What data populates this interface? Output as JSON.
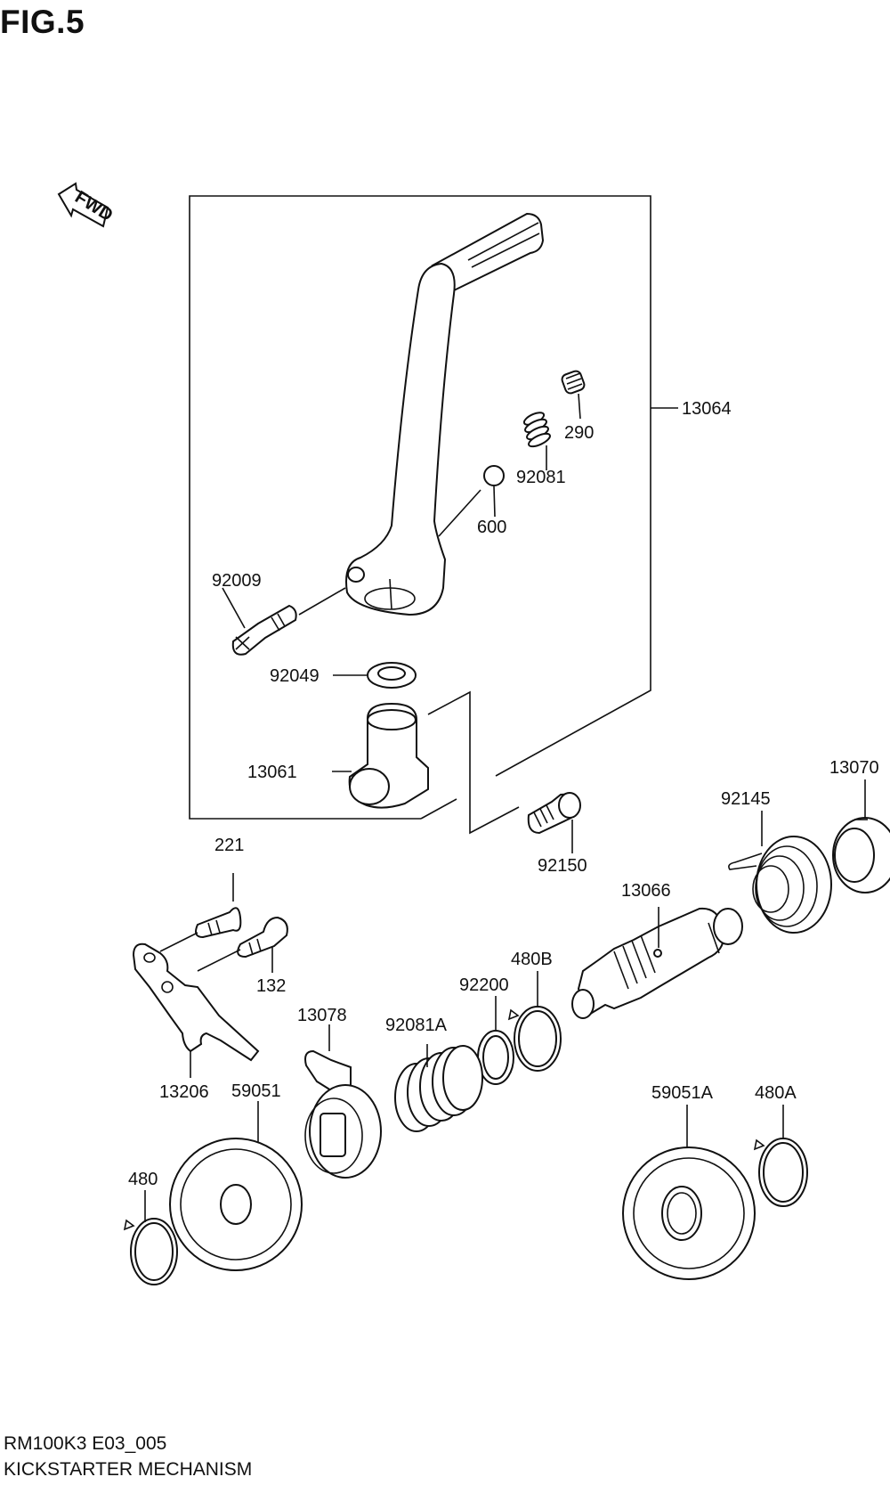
{
  "figure": {
    "title": "FIG.5",
    "code": "RM100K3 E03_005",
    "name": "KICKSTARTER MECHANISM"
  },
  "fwd_marker": "FWD",
  "parts": {
    "p13064": "13064",
    "p290": "290",
    "p92081": "92081",
    "p600": "600",
    "p92009": "92009",
    "p92049": "92049",
    "p13061": "13061",
    "p92150": "92150",
    "p13070": "13070",
    "p92145": "92145",
    "p13066": "13066",
    "p221": "221",
    "p132": "132",
    "p13206": "13206",
    "p92200": "92200",
    "p480B": "480B",
    "p92081A": "92081A",
    "p13078": "13078",
    "p59051": "59051",
    "p480": "480",
    "p59051A": "59051A",
    "p480A": "480A"
  }
}
